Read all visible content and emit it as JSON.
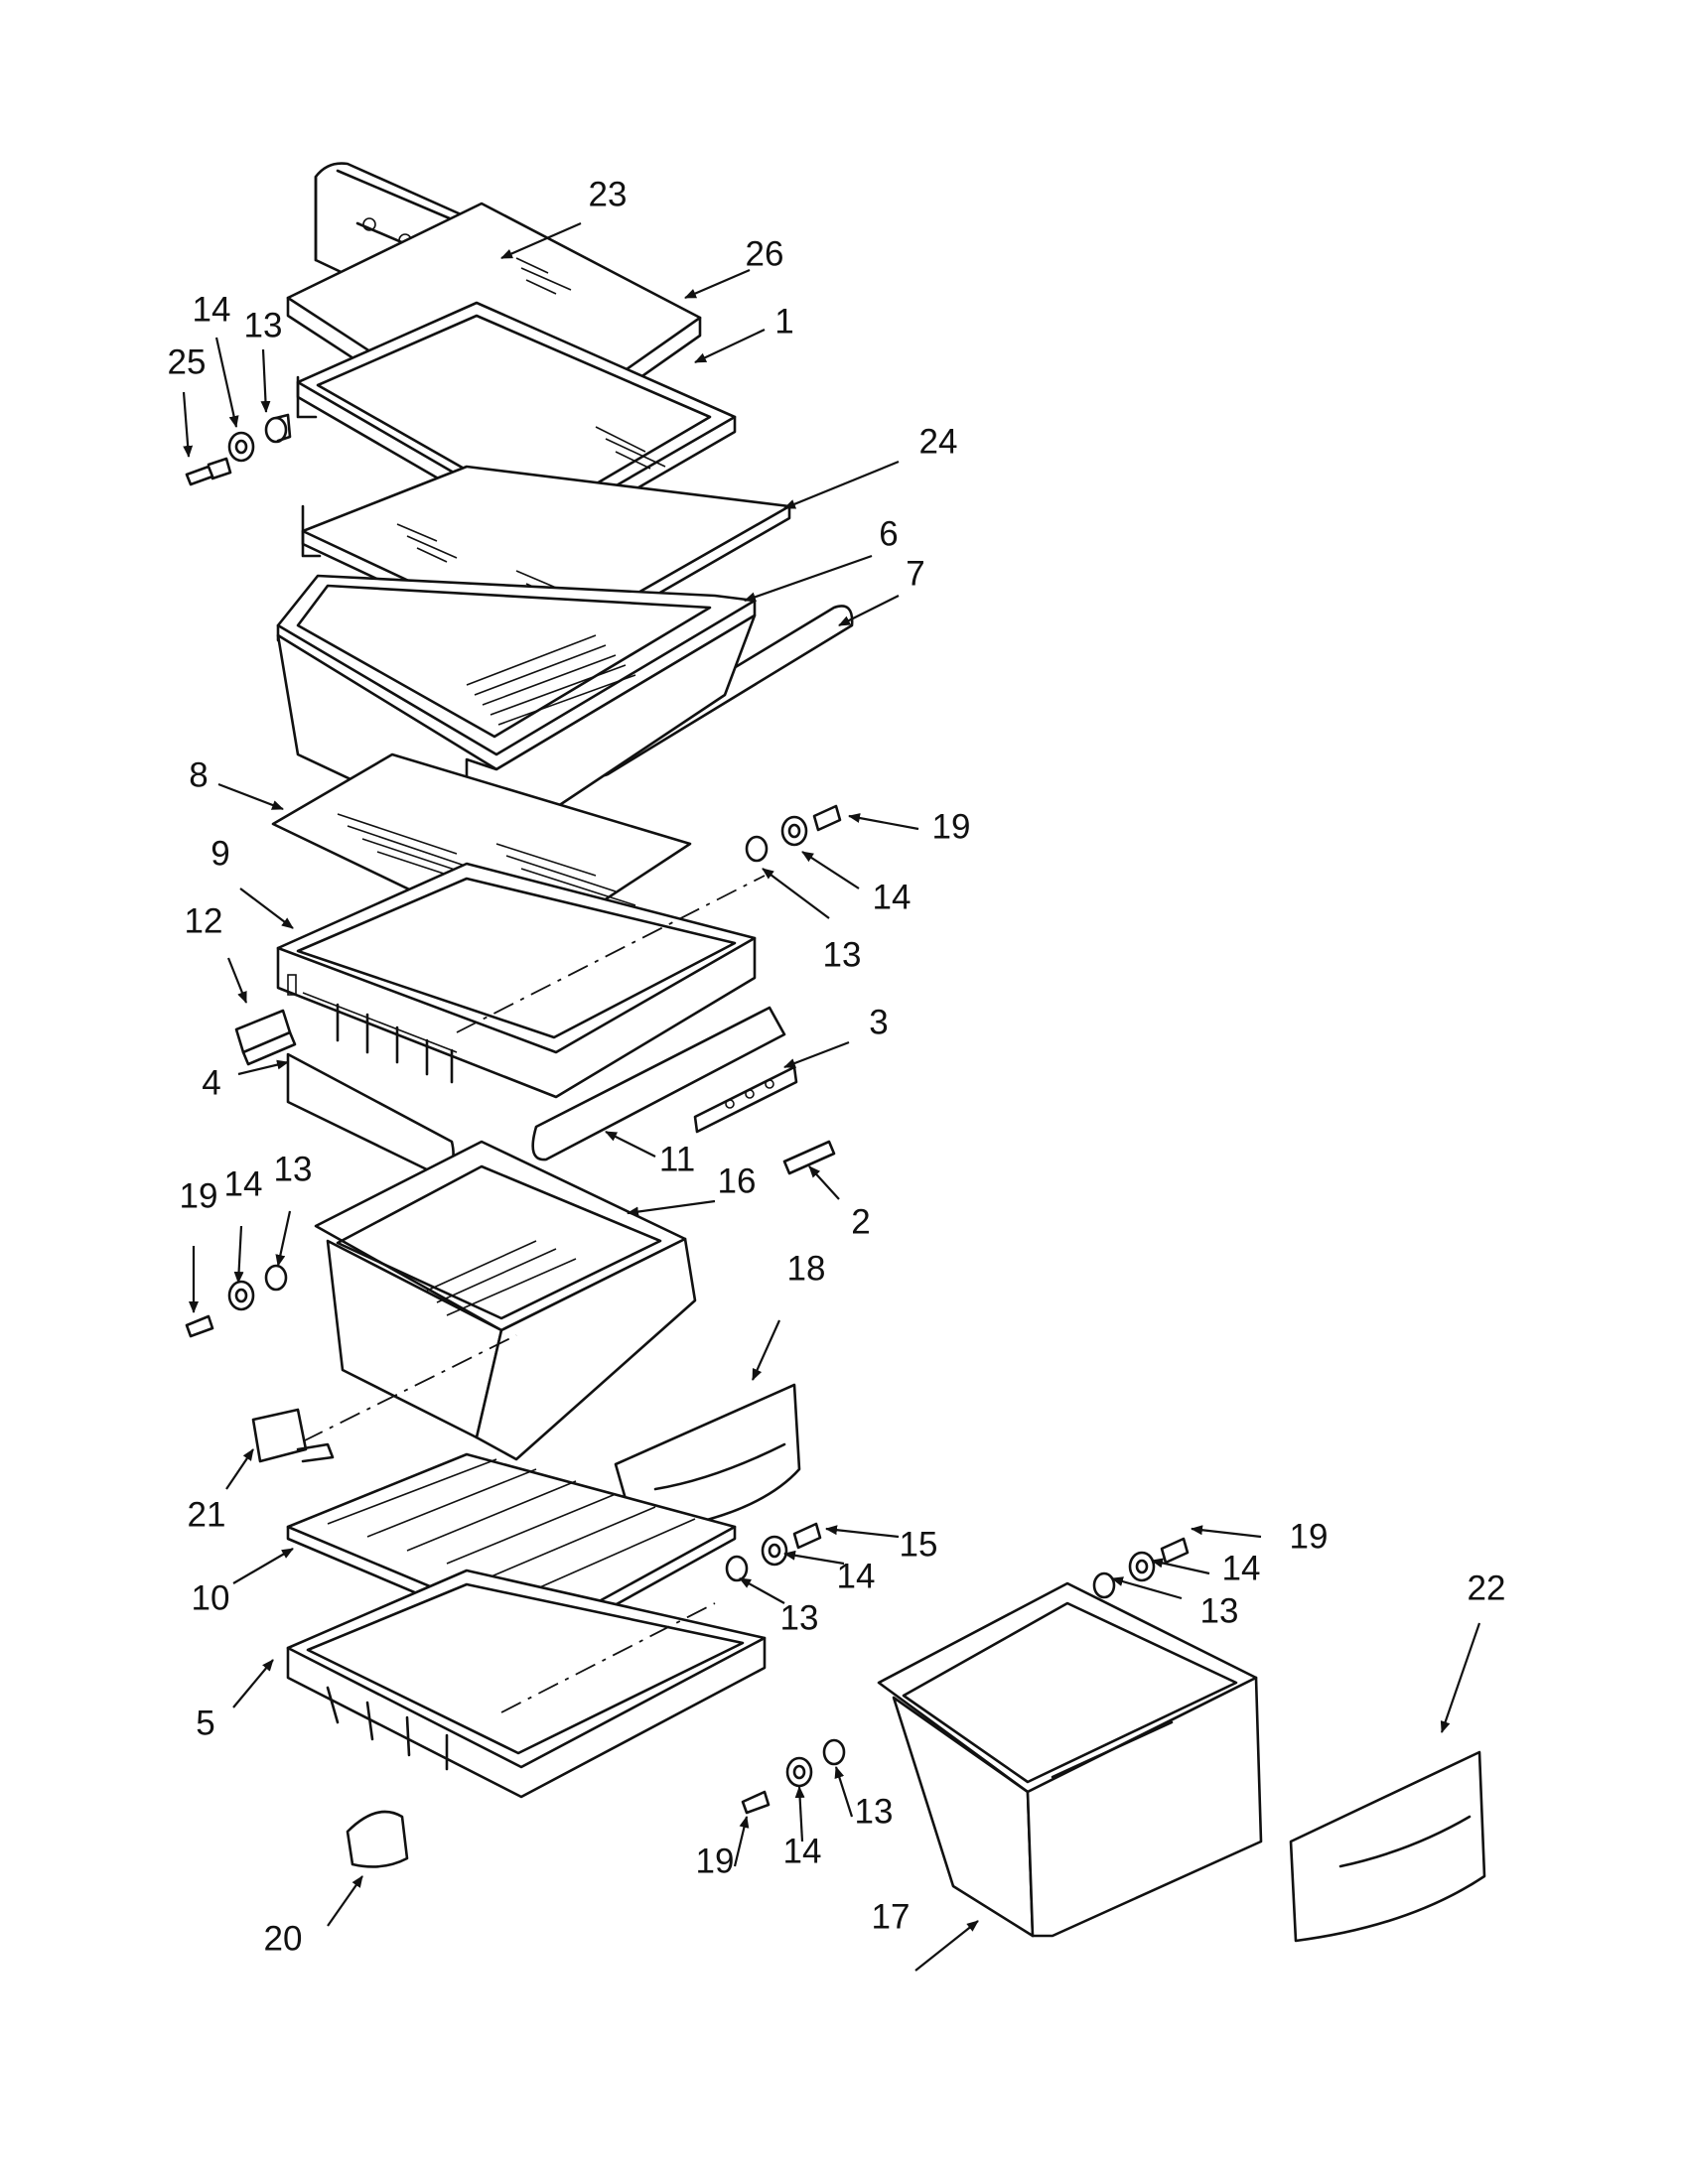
{
  "callouts": [
    {
      "id": "c23",
      "text": "23"
    },
    {
      "id": "c26",
      "text": "26"
    },
    {
      "id": "c1",
      "text": "1"
    },
    {
      "id": "c14a",
      "text": "14"
    },
    {
      "id": "c13a",
      "text": "13"
    },
    {
      "id": "c25",
      "text": "25"
    },
    {
      "id": "c24",
      "text": "24"
    },
    {
      "id": "c6",
      "text": "6"
    },
    {
      "id": "c7",
      "text": "7"
    },
    {
      "id": "c8",
      "text": "8"
    },
    {
      "id": "c19a",
      "text": "19"
    },
    {
      "id": "c14b",
      "text": "14"
    },
    {
      "id": "c13b",
      "text": "13"
    },
    {
      "id": "c9",
      "text": "9"
    },
    {
      "id": "c12",
      "text": "12"
    },
    {
      "id": "c3",
      "text": "3"
    },
    {
      "id": "c4",
      "text": "4"
    },
    {
      "id": "c11",
      "text": "11"
    },
    {
      "id": "c2",
      "text": "2"
    },
    {
      "id": "c16",
      "text": "16"
    },
    {
      "id": "c19b",
      "text": "19"
    },
    {
      "id": "c14c",
      "text": "14"
    },
    {
      "id": "c13c",
      "text": "13"
    },
    {
      "id": "c18",
      "text": "18"
    },
    {
      "id": "c21",
      "text": "21"
    },
    {
      "id": "c15",
      "text": "15"
    },
    {
      "id": "c14d",
      "text": "14"
    },
    {
      "id": "c13d",
      "text": "13"
    },
    {
      "id": "c10",
      "text": "10"
    },
    {
      "id": "c19c",
      "text": "19"
    },
    {
      "id": "c14e",
      "text": "14"
    },
    {
      "id": "c13e",
      "text": "13"
    },
    {
      "id": "c22",
      "text": "22"
    },
    {
      "id": "c5",
      "text": "5"
    },
    {
      "id": "c19d",
      "text": "19"
    },
    {
      "id": "c14f",
      "text": "14"
    },
    {
      "id": "c13f",
      "text": "13"
    },
    {
      "id": "c20",
      "text": "20"
    },
    {
      "id": "c17",
      "text": "17"
    }
  ]
}
